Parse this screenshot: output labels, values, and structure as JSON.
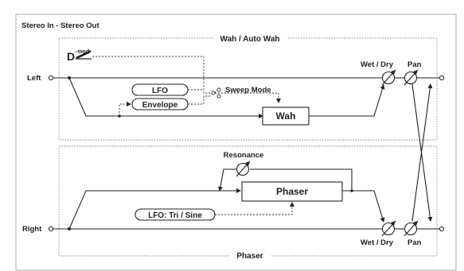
{
  "title": "Stereo In - Stereo Out",
  "sections": {
    "top": "Wah / Auto Wah",
    "bottom": "Phaser"
  },
  "inputs": {
    "left": "Left",
    "right": "Right"
  },
  "dmod": {
    "letter": "D",
    "sup": "-mod"
  },
  "blocks": {
    "lfo": "LFO",
    "envelope": "Envelope",
    "wah": "Wah",
    "phaser": "Phaser",
    "lfo_tri_sine": "LFO: Tri / Sine"
  },
  "labels": {
    "sweep_mode": "Sweep Mode",
    "resonance": "Resonance",
    "wet_dry_top": "Wet / Dry",
    "pan_top": "Pan",
    "wet_dry_bottom": "Wet / Dry",
    "pan_bottom": "Pan"
  }
}
